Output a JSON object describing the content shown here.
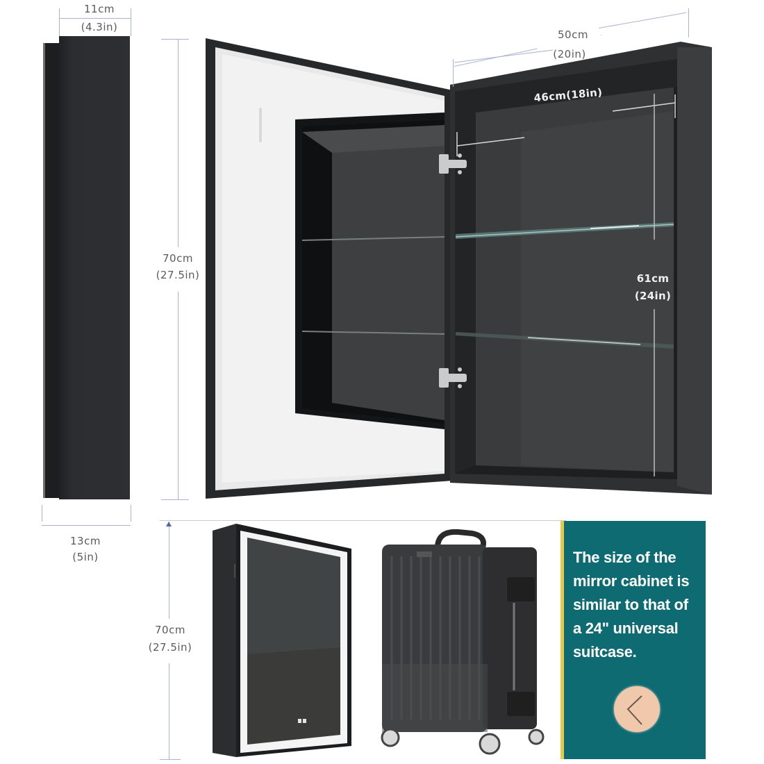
{
  "top_section": {
    "side_view": {
      "depth_top": {
        "cm": "11cm",
        "in": "(4.3in)"
      },
      "depth_bottom": {
        "cm": "13cm",
        "in": "(5in)"
      }
    },
    "height_dimension": {
      "cm": "70cm",
      "in": "(27.5in)"
    },
    "open_cabinet": {
      "outer_width": {
        "cm": "50cm",
        "in": "(20in)"
      },
      "inner_width": "46cm(18in)",
      "inner_height": {
        "cm": "61cm",
        "in": "(24in)"
      },
      "shelves": 2,
      "hinges": 2
    }
  },
  "bottom_section": {
    "height_dimension": {
      "cm": "70cm",
      "in": "(27.5in)"
    },
    "comparison_panel": {
      "text_lines": [
        "The size of the",
        "mirror cabinet is",
        "similar to that of",
        "a 24\" universal",
        "suitcase."
      ],
      "nav_button_icon": "chevron-left-icon"
    }
  },
  "colors": {
    "cabinet_dark": "#2b2c2e",
    "cabinet_interior": "#3d3d3f",
    "dimension_line": "#a9b3cf",
    "panel_teal": "#0e6b72",
    "panel_accent_yellow": "#e9c94a",
    "nav_button": "#f0c9ad"
  }
}
